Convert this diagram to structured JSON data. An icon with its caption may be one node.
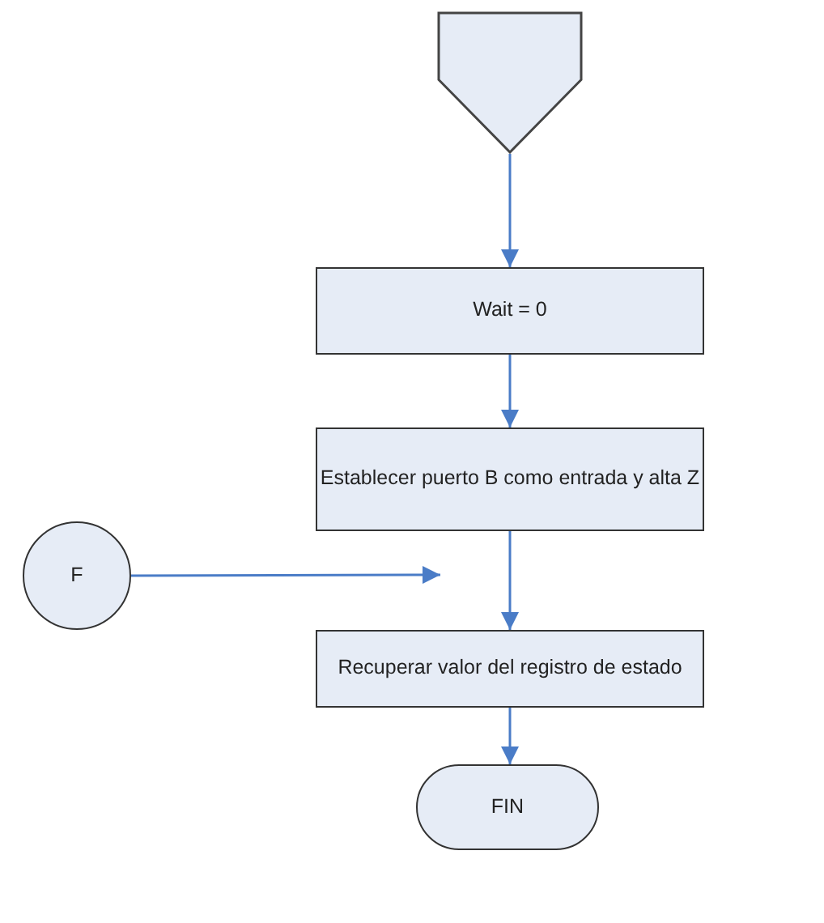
{
  "diagram": {
    "nodes": [
      {
        "text": [],
        "shape": "pentagon"
      },
      {
        "text": [
          "Wait = 0"
        ]
      },
      {
        "text": [
          "Establecer puerto B como entrada y alta Z"
        ]
      },
      {
        "text": [
          "F"
        ]
      },
      {
        "text": [
          "Recuperar valor del registro de estado"
        ]
      },
      {
        "text": [
          "FIN"
        ]
      }
    ],
    "edges": [
      {
        "from": 0,
        "to": 1,
        "arrow": "to"
      },
      {
        "from": 1,
        "to": 2,
        "arrow": "to"
      },
      {
        "from": 2,
        "to": 4,
        "arrow": "to"
      },
      {
        "from": 3,
        "to": null,
        "arrow": "to"
      },
      {
        "from": 4,
        "to": 5,
        "arrow": "to"
      }
    ]
  }
}
